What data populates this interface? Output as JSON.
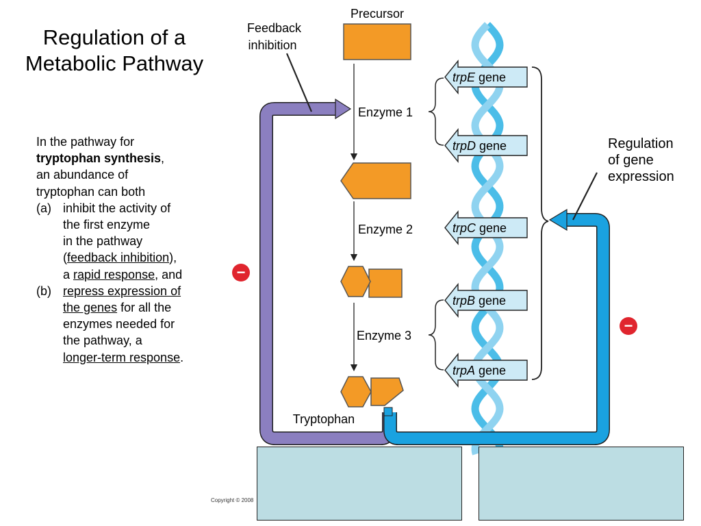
{
  "title": {
    "line1": "Regulation of a",
    "line2": "Metabolic Pathway"
  },
  "body": {
    "l1": "In the pathway for",
    "l2_bold": "tryptophan synthesis",
    "l2_end": ",",
    "l3": "an abundance of",
    "l4": "tryptophan can both",
    "a_label": "(a)",
    "a1": "inhibit the activity of",
    "a2": "the first enzyme",
    "a3": "in the pathway",
    "a4_open": "(",
    "a4_u": "feedback inhibition",
    "a4_close": "),",
    "a5_pre": "a ",
    "a5_u": "rapid response",
    "a5_post": ", and",
    "b_label": "(b)",
    "b1_u": "repress expression of",
    "b2_u": "the genes",
    "b2_post": " for all the",
    "b3": "enzymes needed for",
    "b4": "the pathway, a",
    "b5_u": "longer-term response",
    "b5_post": "."
  },
  "labels": {
    "precursor": "Precursor",
    "feedback_line1": "Feedback",
    "feedback_line2": "inhibition",
    "enzyme1": "Enzyme 1",
    "enzyme2": "Enzyme 2",
    "enzyme3": "Enzyme 3",
    "tryptophan": "Tryptophan",
    "regulation_line1": "Regulation",
    "regulation_line2": "of gene",
    "regulation_line3": "expression"
  },
  "genes": [
    {
      "name": "trpE",
      "suffix": " gene"
    },
    {
      "name": "trpD",
      "suffix": " gene"
    },
    {
      "name": "trpC",
      "suffix": " gene"
    },
    {
      "name": "trpB",
      "suffix": " gene"
    },
    {
      "name": "trpA",
      "suffix": " gene"
    }
  ],
  "inhibition_symbol": "−",
  "copyright": "Copyright © 2008",
  "colors": {
    "orange": "#f39a26",
    "purple": "#8b7fc0",
    "blue": "#1aa2e0",
    "dna": "#4bbde8",
    "gene_box": "#cdeaf6",
    "red": "#e0252e",
    "panel": "#bcdde3"
  }
}
